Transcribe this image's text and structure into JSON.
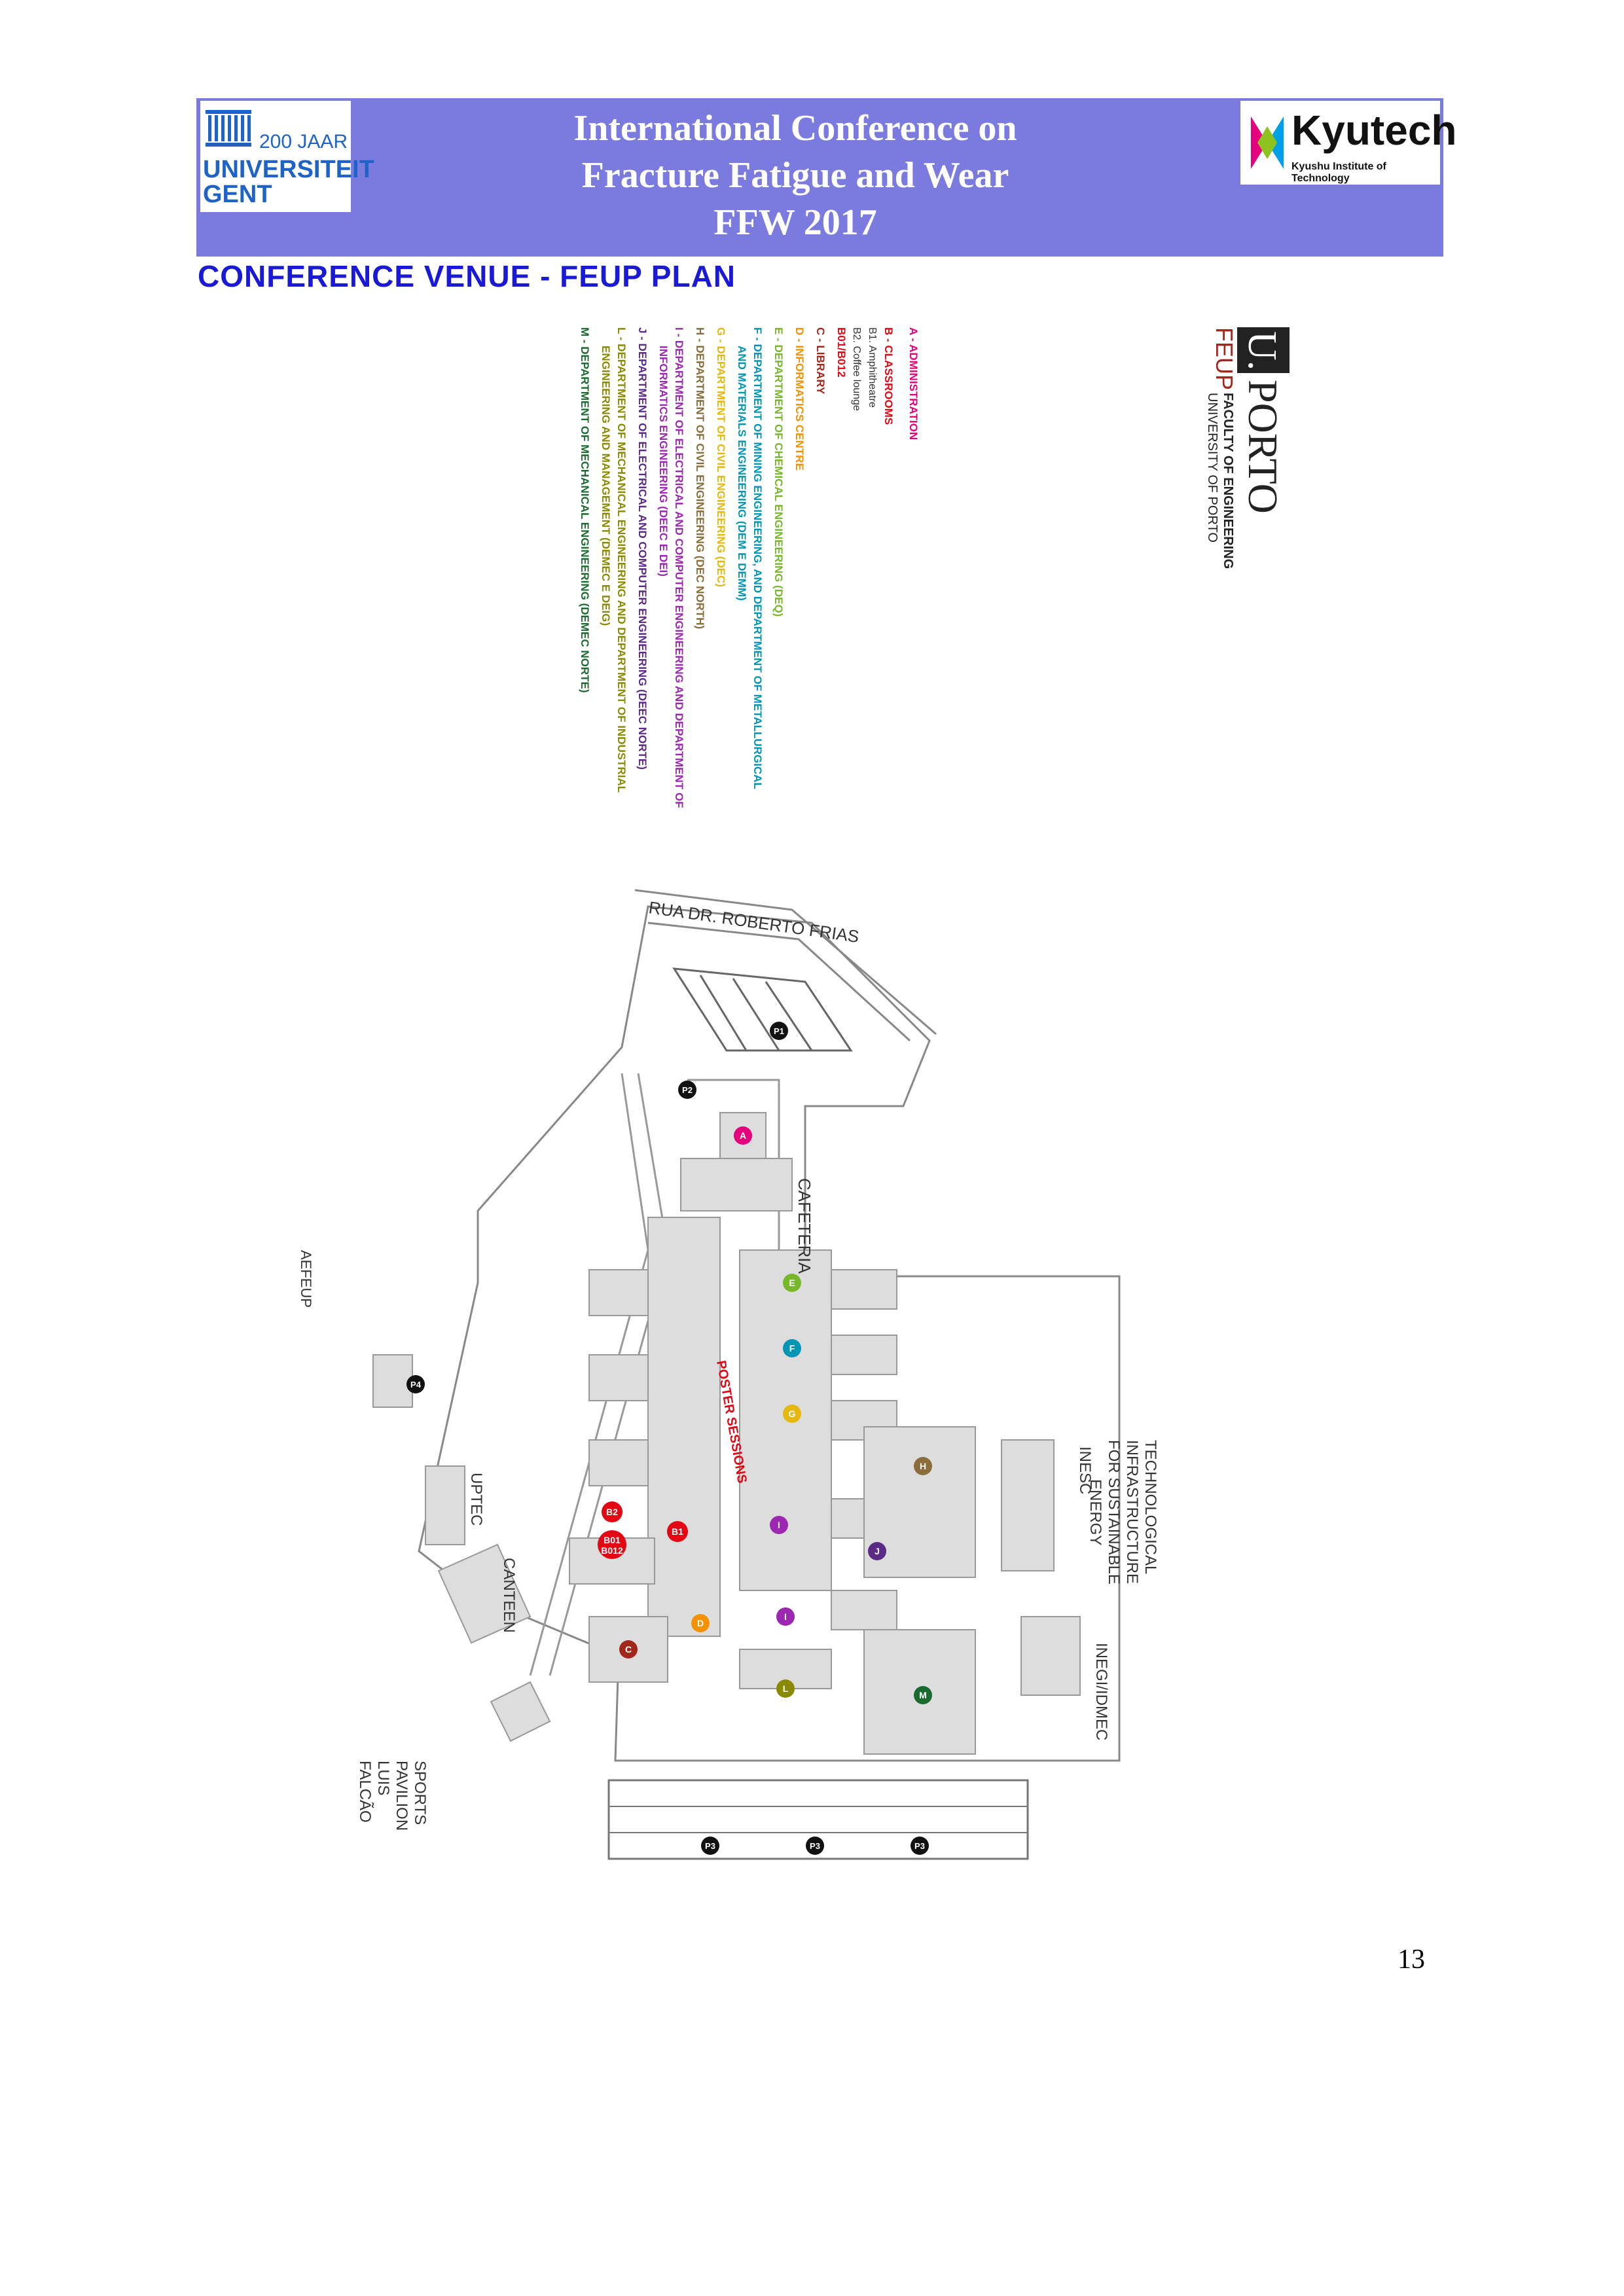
{
  "header": {
    "title_line1": "International Conference on",
    "title_line2": "Fracture Fatigue and Wear",
    "title_line3": "FFW 2017",
    "left_logo": {
      "text_top": "200 JAAR",
      "text_line1": "UNIVERSITEIT",
      "text_line2": "GENT"
    },
    "right_logo": {
      "name": "Kyutech",
      "subtitle": "Kyushu Institute of Technology"
    }
  },
  "section_title": "CONFERENCE VENUE - FEUP PLAN",
  "feup_logo": {
    "u": "U.",
    "porto": "PORTO",
    "feup": "FEUP",
    "faculty": "FACULTY OF ENGINEERING",
    "university": "UNIVERSITY OF PORTO"
  },
  "legend": [
    {
      "text": "A - ADMINISTRATION",
      "color": "#e4007c"
    },
    {
      "text": "B - CLASSROOMS",
      "color": "#e30613"
    },
    {
      "text": "B1. Amphitheatre",
      "color": "#333333"
    },
    {
      "text": "B2. Coffee lounge",
      "color": "#333333"
    },
    {
      "text": "B01/B012",
      "color": "#e30613"
    },
    {
      "text": "C - LIBRARY",
      "color": "#a3281c"
    },
    {
      "text": "D - INFORMATICS CENTRE",
      "color": "#f39200"
    },
    {
      "text": "E - DEPARTMENT OF CHEMICAL ENGINEERING (DEQ)",
      "color": "#76b82a"
    },
    {
      "text": "F - DEPARTMENT OF MINING ENGINEERING, AND DEPARTMENT OF METALLURGICAL",
      "color": "#0096b4"
    },
    {
      "text": "AND MATERIALS ENGINEERING (DEM E DEMM)",
      "color": "#0096b4"
    },
    {
      "text": "G - DEPARTMENT OF CIVIL ENGINEERING (DEC)",
      "color": "#e5b80b"
    },
    {
      "text": "H - DEPARTMENT OF CIVIL ENGINEERING (DEC NORTH)",
      "color": "#8a6d3b"
    },
    {
      "text": "I - DEPARTMENT OF ELECTRICAL AND COMPUTER ENGINEERING AND DEPARTMENT OF",
      "color": "#9c27b0"
    },
    {
      "text": "INFORMATICS ENGINEERING (DEEC E DEI)",
      "color": "#9c27b0"
    },
    {
      "text": "J - DEPARTMENT OF ELECTRICAL AND COMPUTER ENGINEERING (DEEC NORTE)",
      "color": "#5b2a86"
    },
    {
      "text": "L - DEPARTMENT OF MECHANICAL ENGINEERING AND DEPARTMENT OF INDUSTRIAL",
      "color": "#8a8a00"
    },
    {
      "text": "ENGINEERING AND MANAGEMENT (DEMEC E DEIG)",
      "color": "#8a8a00"
    },
    {
      "text": "M - DEPARTMENT OF MECHANICAL ENGINEERING (DEMEC NORTE)",
      "color": "#1b6b2e"
    }
  ],
  "map_labels": {
    "street": "RUA DR. ROBERTO FRIAS",
    "cafeteria": "CAFETERIA",
    "aefeup": "AEFEUP",
    "uptec": "UPTEC",
    "canteen": "CANTEEN",
    "sports": [
      "SPORTS",
      "PAVILION",
      "LUIS",
      "FALCÃO"
    ],
    "inesc": "INESC",
    "tech_infra": [
      "TECHNOLOGICAL",
      "INFRASTRUCTURE",
      "FOR SUSTAINABLE",
      "ENERGY"
    ],
    "inegi": "INEGI/IDMEC",
    "poster": "POSTER SESSIONS",
    "b1": "B1",
    "b2": "B2",
    "b01": "B01",
    "b012": "B012"
  },
  "map_markers": [
    {
      "label": "A",
      "color": "#e4007c"
    },
    {
      "label": "C",
      "color": "#a3281c"
    },
    {
      "label": "D",
      "color": "#f39200"
    },
    {
      "label": "E",
      "color": "#76b82a"
    },
    {
      "label": "F",
      "color": "#0096b4"
    },
    {
      "label": "G",
      "color": "#e5b80b"
    },
    {
      "label": "H",
      "color": "#8a6d3b"
    },
    {
      "label": "I",
      "color": "#9c27b0"
    },
    {
      "label": "I",
      "color": "#9c27b0"
    },
    {
      "label": "J",
      "color": "#5b2a86"
    },
    {
      "label": "L",
      "color": "#8a8a00"
    },
    {
      "label": "M",
      "color": "#1b6b2e"
    }
  ],
  "parking": [
    "P1",
    "P2",
    "P4",
    "P3",
    "P3",
    "P3"
  ],
  "page_number": "13"
}
